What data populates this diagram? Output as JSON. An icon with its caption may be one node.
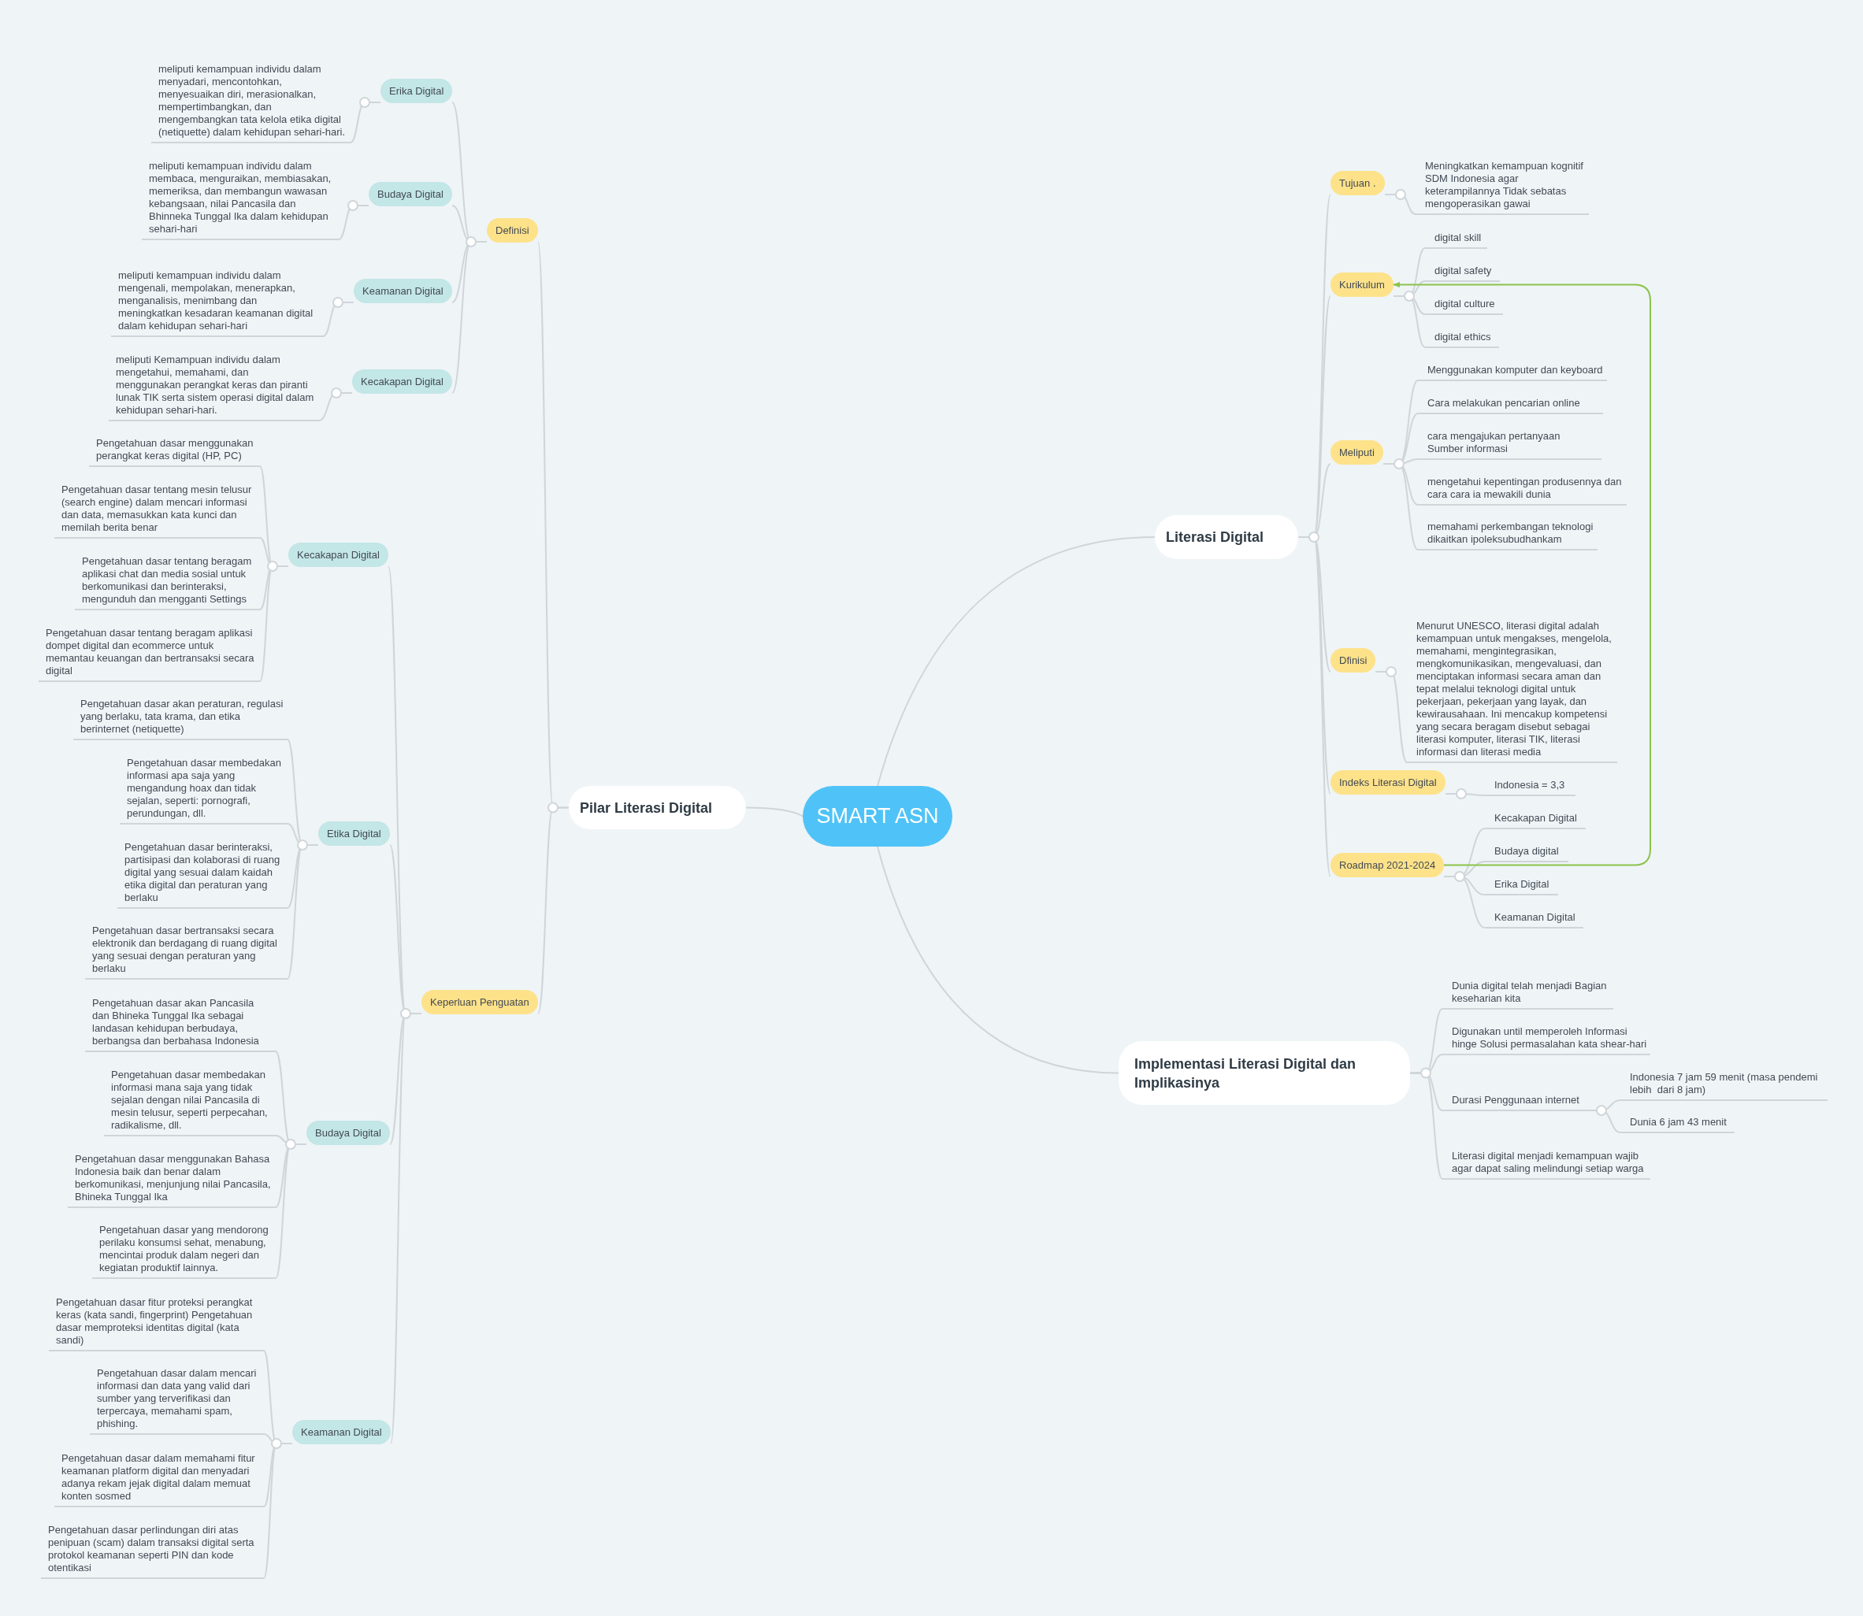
{
  "diagram": {
    "nodes": [
      {
        "text": [
          "SMART ASN"
        ]
      },
      {
        "text": [
          "Pilar Literasi Digital"
        ]
      },
      {
        "text": [
          "Definisi"
        ]
      },
      {
        "text": [
          "Erika Digital"
        ]
      },
      {
        "text": [
          "meliputi kemampuan individu dalam menyadari, mencontohkan, menyesuaikan diri, merasionalkan, mempertimbangkan, dan mengembangkan tata kelola etika digital (netiquette) dalam kehidupan sehari-hari."
        ]
      },
      {
        "text": [
          "Budaya Digital"
        ]
      },
      {
        "text": [
          "meliputi kemampuan individu dalam membaca, menguraikan, membiasakan, memeriksa, dan membangun wawasan kebangsaan, nilai Pancasila dan Bhinneka Tunggal Ika dalam kehidupan sehari-hari"
        ]
      },
      {
        "text": [
          "Keamanan Digital"
        ]
      },
      {
        "text": [
          "meliputi kemampuan individu dalam mengenali, mempolakan, menerapkan, menganalisis, menimbang dan meningkatkan kesadaran keamanan digital dalam kehidupan sehari-hari"
        ]
      },
      {
        "text": [
          "Kecakapan Digital"
        ]
      },
      {
        "text": [
          "meliputi Kemampuan individu dalam mengetahui, memahami, dan menggunakan perangkat keras dan piranti lunak TIK serta sistem operasi digital dalam kehidupan sehari-hari."
        ]
      },
      {
        "text": [
          "Keperluan Penguatan"
        ]
      },
      {
        "text": [
          "Kecakapan Digital"
        ]
      },
      {
        "text": [
          "Pengetahuan dasar menggunakan perangkat keras digital (HP, PC)"
        ]
      },
      {
        "text": [
          "Pengetahuan dasar tentang mesin telusur (search engine) dalam mencari informasi dan data, memasukkan kata kunci dan memilah berita benar"
        ]
      },
      {
        "text": [
          "Pengetahuan dasar tentang beragam aplikasi chat dan media sosial untuk berkomunikasi dan berinteraksi, mengunduh dan mengganti Settings"
        ]
      },
      {
        "text": [
          "Pengetahuan dasar tentang beragam aplikasi dompet digital dan ecommerce untuk memantau keuangan dan bertransaksi secara digital"
        ]
      },
      {
        "text": [
          "Etika Digital"
        ]
      },
      {
        "text": [
          "Pengetahuan dasar akan peraturan, regulasi yang berlaku, tata krama, dan etika berinternet (netiquette)"
        ]
      },
      {
        "text": [
          "Pengetahuan dasar membedakan informasi apa saja yang mengandung hoax dan tidak sejalan, seperti: pornografi, perundungan, dll."
        ]
      },
      {
        "text": [
          "Pengetahuan dasar berinteraksi, partisipasi dan kolaborasi di ruang digital yang sesuai dalam kaidah etika digital dan peraturan yang berlaku"
        ]
      },
      {
        "text": [
          "Pengetahuan dasar bertransaksi secara elektronik dan berdagang di ruang digital yang sesuai dengan peraturan yang berlaku"
        ]
      },
      {
        "text": [
          "Budaya Digital"
        ]
      },
      {
        "text": [
          "Pengetahuan dasar akan Pancasila dan Bhineka Tunggal Ika sebagai landasan kehidupan berbudaya, berbangsa dan berbahasa Indonesia"
        ]
      },
      {
        "text": [
          "Pengetahuan dasar membedakan informasi mana saja yang tidak sejalan dengan nilai Pancasila di mesin telusur, seperti perpecahan, radikalisme, dll."
        ]
      },
      {
        "text": [
          "Pengetahuan dasar menggunakan Bahasa Indonesia baik dan benar dalam berkomunikasi, menjunjung nilai Pancasila, Bhineka Tunggal Ika"
        ]
      },
      {
        "text": [
          "Pengetahuan dasar yang mendorong perilaku konsumsi sehat, menabung, mencintai produk dalam negeri dan kegiatan produktif lainnya."
        ]
      },
      {
        "text": [
          "Keamanan Digital"
        ]
      },
      {
        "text": [
          "Pengetahuan dasar fitur proteksi perangkat keras (kata sandi, fingerprint) Pengetahuan dasar memproteksi identitas digital (kata sandi)"
        ]
      },
      {
        "text": [
          "Pengetahuan dasar dalam mencari informasi dan data yang valid dari sumber yang terverifikasi dan terpercaya, memahami spam, phishing."
        ]
      },
      {
        "text": [
          "Pengetahuan dasar dalam memahami fitur keamanan platform digital dan menyadari adanya rekam jejak digital dalam memuat konten sosmed"
        ]
      },
      {
        "text": [
          "Pengetahuan dasar perlindungan diri atas penipuan (scam) dalam transaksi digital serta protokol keamanan seperti PIN dan kode otentikasi"
        ]
      },
      {
        "text": [
          "Literasi Digital"
        ]
      },
      {
        "text": [
          "Tujuan ."
        ]
      },
      {
        "text": [
          "Meningkatkan kemampuan kognitif SDM Indonesia agar keterampilannya Tidak sebatas mengoperasikan gawai"
        ]
      },
      {
        "text": [
          "Kurikulum"
        ]
      },
      {
        "text": [
          "digital skill"
        ]
      },
      {
        "text": [
          "digital safety"
        ]
      },
      {
        "text": [
          "digital culture"
        ]
      },
      {
        "text": [
          "digital ethics"
        ]
      },
      {
        "text": [
          "Meliputi"
        ]
      },
      {
        "text": [
          "Menggunakan komputer dan keyboard"
        ]
      },
      {
        "text": [
          "Cara melakukan pencarian online"
        ]
      },
      {
        "text": [
          "cara mengajukan pertanyaan Sumber informasi"
        ]
      },
      {
        "text": [
          "mengetahui kepentingan produsennya dan cara cara ia mewakili dunia"
        ]
      },
      {
        "text": [
          "memahami perkembangan teknologi dikaitkan ipoleksubudhankam"
        ]
      },
      {
        "text": [
          "Dfinisi"
        ]
      },
      {
        "text": [
          "Menurut UNESCO, literasi digital adalah kemampuan untuk mengakses, mengelola, memahami, mengintegrasikan, mengkomunikasikan, mengevaluasi, dan menciptakan informasi secara aman dan tepat melalui teknologi digital untuk pekerjaan, pekerjaan yang layak, dan kewirausahaan. Ini mencakup kompetensi yang secara beragam disebut sebagai literasi komputer, literasi TIK, literasi informasi dan literasi media"
        ]
      },
      {
        "text": [
          "Indeks Literasi Digital"
        ]
      },
      {
        "text": [
          "Indonesia = 3,3"
        ]
      },
      {
        "text": [
          "Roadmap 2021-2024"
        ]
      },
      {
        "text": [
          "Kecakapan Digital"
        ]
      },
      {
        "text": [
          "Budaya digital"
        ]
      },
      {
        "text": [
          "Erika Digital"
        ]
      },
      {
        "text": [
          "Keamanan Digital"
        ]
      },
      {
        "text": [
          "Implementasi Literasi Digital dan Implikasinya"
        ]
      },
      {
        "text": [
          "Dunia digital telah menjadi Bagian keseharian kita"
        ]
      },
      {
        "text": [
          "Digunakan until memperoleh Informasi hinge Solusi permasalahan kata shear-hari"
        ]
      },
      {
        "text": [
          "Durasi Penggunaan internet"
        ]
      },
      {
        "text": [
          "Indonesia 7 jam 59 menit (masa pendemi lebih  dari 8 jam)"
        ]
      },
      {
        "text": [
          "Dunia 6 jam 43 menit"
        ]
      },
      {
        "text": [
          "Literasi digital menjadi kemampuan wajib agar dapat saling melindungi setiap warga"
        ]
      }
    ],
    "edges": [
      {
        "from": 0,
        "to": 1,
        "arrow": "none"
      },
      {
        "from": 1,
        "to": 2,
        "arrow": "none"
      },
      {
        "from": 2,
        "to": 3,
        "arrow": "none"
      },
      {
        "from": 3,
        "to": 4,
        "arrow": "none"
      },
      {
        "from": 2,
        "to": 5,
        "arrow": "none"
      },
      {
        "from": 5,
        "to": 6,
        "arrow": "none"
      },
      {
        "from": 2,
        "to": 7,
        "arrow": "none"
      },
      {
        "from": 7,
        "to": 8,
        "arrow": "none"
      },
      {
        "from": 2,
        "to": 9,
        "arrow": "none"
      },
      {
        "from": 9,
        "to": 10,
        "arrow": "none"
      },
      {
        "from": 1,
        "to": 11,
        "arrow": "none"
      },
      {
        "from": 11,
        "to": 12,
        "arrow": "none"
      },
      {
        "from": 12,
        "to": 13,
        "arrow": "none"
      },
      {
        "from": 12,
        "to": 14,
        "arrow": "none"
      },
      {
        "from": 12,
        "to": 15,
        "arrow": "none"
      },
      {
        "from": 12,
        "to": 16,
        "arrow": "none"
      },
      {
        "from": 11,
        "to": 17,
        "arrow": "none"
      },
      {
        "from": 17,
        "to": 18,
        "arrow": "none"
      },
      {
        "from": 17,
        "to": 19,
        "arrow": "none"
      },
      {
        "from": 17,
        "to": 20,
        "arrow": "none"
      },
      {
        "from": 17,
        "to": 21,
        "arrow": "none"
      },
      {
        "from": 11,
        "to": 22,
        "arrow": "none"
      },
      {
        "from": 22,
        "to": 23,
        "arrow": "none"
      },
      {
        "from": 22,
        "to": 24,
        "arrow": "none"
      },
      {
        "from": 22,
        "to": 25,
        "arrow": "none"
      },
      {
        "from": 22,
        "to": 26,
        "arrow": "none"
      },
      {
        "from": 11,
        "to": 27,
        "arrow": "none"
      },
      {
        "from": 27,
        "to": 28,
        "arrow": "none"
      },
      {
        "from": 27,
        "to": 29,
        "arrow": "none"
      },
      {
        "from": 27,
        "to": 30,
        "arrow": "none"
      },
      {
        "from": 27,
        "to": 31,
        "arrow": "none"
      },
      {
        "from": 0,
        "to": 32,
        "arrow": "none"
      },
      {
        "from": 32,
        "to": 33,
        "arrow": "none"
      },
      {
        "from": 33,
        "to": 34,
        "arrow": "none"
      },
      {
        "from": 32,
        "to": 35,
        "arrow": "none"
      },
      {
        "from": 35,
        "to": 36,
        "arrow": "none"
      },
      {
        "from": 35,
        "to": 37,
        "arrow": "none"
      },
      {
        "from": 35,
        "to": 38,
        "arrow": "none"
      },
      {
        "from": 35,
        "to": 39,
        "arrow": "none"
      },
      {
        "from": 32,
        "to": 40,
        "arrow": "none"
      },
      {
        "from": 40,
        "to": 41,
        "arrow": "none"
      },
      {
        "from": 40,
        "to": 42,
        "arrow": "none"
      },
      {
        "from": 40,
        "to": 43,
        "arrow": "none"
      },
      {
        "from": 40,
        "to": 44,
        "arrow": "none"
      },
      {
        "from": 40,
        "to": 45,
        "arrow": "none"
      },
      {
        "from": 32,
        "to": 46,
        "arrow": "none"
      },
      {
        "from": 46,
        "to": 47,
        "arrow": "none"
      },
      {
        "from": 32,
        "to": 48,
        "arrow": "none"
      },
      {
        "from": 48,
        "to": 49,
        "arrow": "none"
      },
      {
        "from": 32,
        "to": 50,
        "arrow": "none"
      },
      {
        "from": 50,
        "to": 51,
        "arrow": "none"
      },
      {
        "from": 50,
        "to": 52,
        "arrow": "none"
      },
      {
        "from": 50,
        "to": 53,
        "arrow": "none"
      },
      {
        "from": 50,
        "to": 54,
        "arrow": "none"
      },
      {
        "from": 0,
        "to": 55,
        "arrow": "none"
      },
      {
        "from": 55,
        "to": 56,
        "arrow": "none"
      },
      {
        "from": 55,
        "to": 57,
        "arrow": "none"
      },
      {
        "from": 55,
        "to": 58,
        "arrow": "none"
      },
      {
        "from": 58,
        "to": 59,
        "arrow": "none"
      },
      {
        "from": 58,
        "to": 60,
        "arrow": "none"
      },
      {
        "from": 55,
        "to": 61,
        "arrow": "none"
      },
      {
        "from": 50,
        "to": 35,
        "arrow": "to",
        "color": "#8bc34a"
      }
    ]
  }
}
